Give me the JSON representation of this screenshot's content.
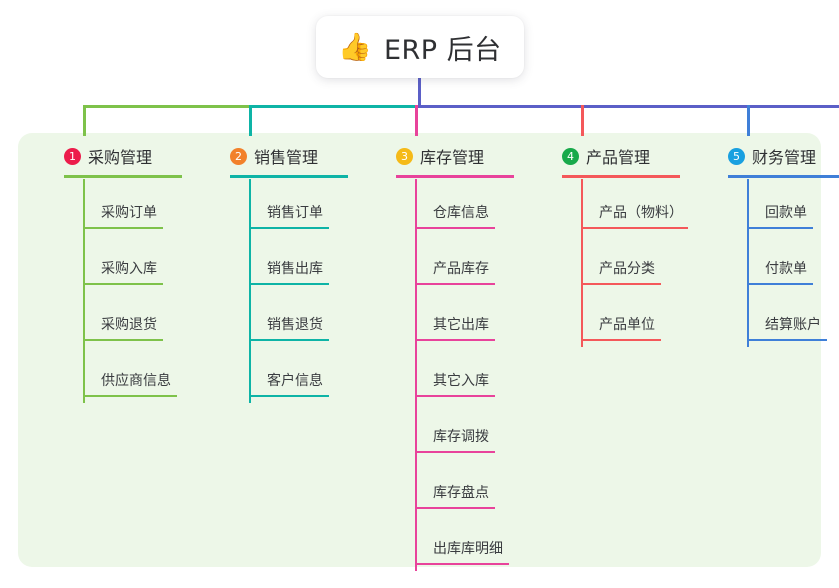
{
  "root": {
    "icon": "thumbs-up-icon",
    "icon_glyph": "👍",
    "title": "ERP 后台"
  },
  "palette": {
    "panel_bg": "#edf7e8",
    "page_bg": "#ffffff",
    "stem": "#5b5fc7",
    "bus_left": "#7ec24a",
    "bus_mid": "#0eb4a6",
    "bus_right": "#5b5fc7",
    "text": "#2f3033"
  },
  "columns": [
    {
      "index": "1",
      "title": "采购管理",
      "badge_color": "#ec1c4b",
      "line_color": "#7ec24a",
      "rule_width": 118,
      "items": [
        {
          "label": "采购订单",
          "rule_width": 80
        },
        {
          "label": "采购入库",
          "rule_width": 80
        },
        {
          "label": "采购退货",
          "rule_width": 80
        },
        {
          "label": "供应商信息",
          "rule_width": 94
        }
      ]
    },
    {
      "index": "2",
      "title": "销售管理",
      "badge_color": "#f2812b",
      "line_color": "#0eb4a6",
      "rule_width": 118,
      "items": [
        {
          "label": "销售订单",
          "rule_width": 80
        },
        {
          "label": "销售出库",
          "rule_width": 80
        },
        {
          "label": "销售退货",
          "rule_width": 80
        },
        {
          "label": "客户信息",
          "rule_width": 80
        }
      ]
    },
    {
      "index": "3",
      "title": "库存管理",
      "badge_color": "#f5ba18",
      "line_color": "#e8439b",
      "rule_width": 118,
      "items": [
        {
          "label": "仓库信息",
          "rule_width": 80
        },
        {
          "label": "产品库存",
          "rule_width": 80
        },
        {
          "label": "其它出库",
          "rule_width": 80
        },
        {
          "label": "其它入库",
          "rule_width": 80
        },
        {
          "label": "库存调拨",
          "rule_width": 80
        },
        {
          "label": "库存盘点",
          "rule_width": 80
        },
        {
          "label": "出库库明细",
          "rule_width": 94
        }
      ]
    },
    {
      "index": "4",
      "title": "产品管理",
      "badge_color": "#18a94b",
      "line_color": "#f4585a",
      "rule_width": 118,
      "items": [
        {
          "label": "产品（物料）",
          "rule_width": 107
        },
        {
          "label": "产品分类",
          "rule_width": 80
        },
        {
          "label": "产品单位",
          "rule_width": 80
        }
      ]
    },
    {
      "index": "5",
      "title": "财务管理",
      "badge_color": "#19a0e0",
      "line_color": "#3f7fd8",
      "rule_width": 118,
      "items": [
        {
          "label": "回款单",
          "rule_width": 66
        },
        {
          "label": "付款单",
          "rule_width": 66
        },
        {
          "label": "结算账户",
          "rule_width": 80
        }
      ]
    }
  ]
}
